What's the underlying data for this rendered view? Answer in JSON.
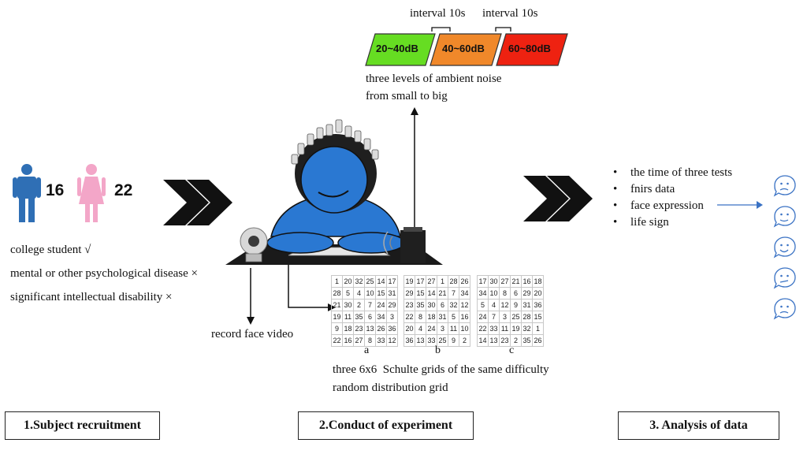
{
  "subjects": {
    "male_count": "16",
    "female_count": "22",
    "criteria": [
      "college student √",
      "mental or other psychological disease ×",
      "significant intellectual disability ×"
    ]
  },
  "noise": {
    "intervals": [
      "interval 10s",
      "interval 10s"
    ],
    "levels": [
      {
        "label": "20~40dB",
        "color": "#66dd22"
      },
      {
        "label": "40~60dB",
        "color": "#f0882a"
      },
      {
        "label": "60~80dB",
        "color": "#ee2211"
      }
    ],
    "caption_line1": "three levels of ambient noise",
    "caption_line2": "from small to big"
  },
  "record_label": "record face video",
  "grids": [
    {
      "label": "a",
      "rows": [
        [
          "1",
          "20",
          "32",
          "25",
          "14",
          "17"
        ],
        [
          "28",
          "5",
          "4",
          "10",
          "15",
          "31"
        ],
        [
          "21",
          "30",
          "2",
          "7",
          "24",
          "29"
        ],
        [
          "19",
          "11",
          "35",
          "6",
          "34",
          "3"
        ],
        [
          "9",
          "18",
          "23",
          "13",
          "26",
          "36"
        ],
        [
          "22",
          "16",
          "27",
          "8",
          "33",
          "12"
        ]
      ]
    },
    {
      "label": "b",
      "rows": [
        [
          "19",
          "17",
          "27",
          "1",
          "28",
          "26"
        ],
        [
          "29",
          "15",
          "14",
          "21",
          "7",
          "34"
        ],
        [
          "23",
          "35",
          "30",
          "6",
          "32",
          "12"
        ],
        [
          "22",
          "8",
          "18",
          "31",
          "5",
          "16"
        ],
        [
          "20",
          "4",
          "24",
          "3",
          "11",
          "10"
        ],
        [
          "36",
          "13",
          "33",
          "25",
          "9",
          "2"
        ]
      ]
    },
    {
      "label": "c",
      "rows": [
        [
          "17",
          "30",
          "27",
          "21",
          "16",
          "18"
        ],
        [
          "34",
          "10",
          "8",
          "6",
          "29",
          "20"
        ],
        [
          "5",
          "4",
          "12",
          "9",
          "31",
          "36"
        ],
        [
          "24",
          "7",
          "3",
          "25",
          "28",
          "15"
        ],
        [
          "22",
          "33",
          "11",
          "19",
          "32",
          "1"
        ],
        [
          "14",
          "13",
          "23",
          "2",
          "35",
          "26"
        ]
      ]
    }
  ],
  "grid_caption_line1": "three 6x6  Schulte grids of the same difficulty",
  "grid_caption_line2": "random distribution grid",
  "analysis_items": [
    "the time of three tests",
    "fnirs data",
    "face expression",
    "life sign"
  ],
  "steps": [
    "1.Subject recruitment",
    "2.Conduct of experiment",
    "3. Analysis of data"
  ],
  "icons": {
    "male": "male-person-icon",
    "female": "female-person-icon",
    "chevrons": "double-chevron-arrow-icon",
    "participant": "participant-with-fnirs-cap-illustration",
    "camera": "webcam-icon",
    "speaker": "speaker-icon",
    "faces": "face-expression-icon"
  },
  "colors": {
    "male": "#2f6fb5",
    "female": "#f3a6c8",
    "participant": "#2a78d2",
    "arrow_blue": "#3a72c4"
  }
}
